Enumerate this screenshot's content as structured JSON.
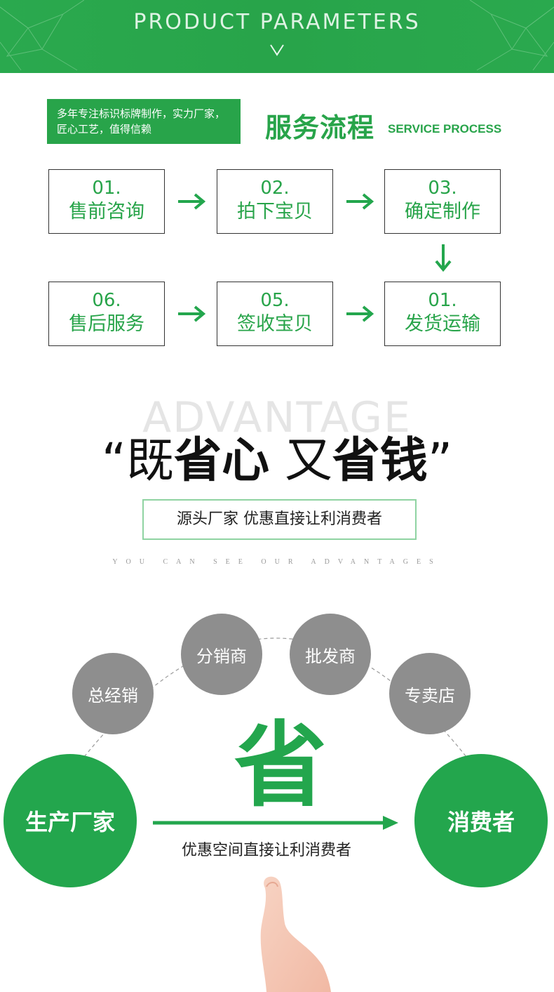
{
  "header": {
    "title": "PRODUCT PARAMETERS",
    "chevron_icon": "chevron-down-icon"
  },
  "intro": {
    "text": "多年专注标识标牌制作，实力厂家，匠心工艺，值得信赖"
  },
  "service": {
    "title": "服务流程",
    "subtitle": "SERVICE PROCESS",
    "steps_row1": [
      {
        "num": "01.",
        "label": "售前咨询"
      },
      {
        "num": "02.",
        "label": "拍下宝贝"
      },
      {
        "num": "03.",
        "label": "确定制作"
      }
    ],
    "steps_row2": [
      {
        "num": "06.",
        "label": "售后服务"
      },
      {
        "num": "05.",
        "label": "签收宝贝"
      },
      {
        "num": "01.",
        "label": "发货运输"
      }
    ],
    "arrow_icon": "arrow-right-icon",
    "down_arrow_icon": "arrow-down-icon"
  },
  "advantage": {
    "watermark": "ADVANTAGE",
    "quote_open": "“",
    "word1": "既",
    "word2": "省心",
    "word3": "又",
    "word4": "省钱",
    "quote_close": "”",
    "box_text": "源头厂家 优惠直接让利消费者",
    "caption": "YOU CAN SEE OUR ADVANTAGES"
  },
  "diagram": {
    "middlemen": [
      "总经销",
      "分销商",
      "批发商",
      "专卖店"
    ],
    "producer": "生产厂家",
    "consumer": "消费者",
    "save_char": "省",
    "flow_text": "优惠空间直接让利消费者",
    "colors": {
      "green": "#23a64d",
      "gray": "#8e8e8e"
    }
  }
}
